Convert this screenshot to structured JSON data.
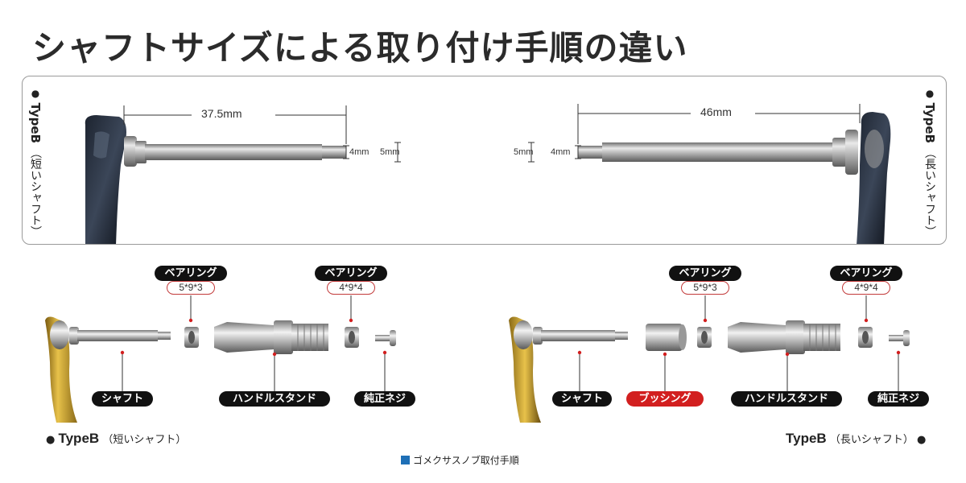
{
  "title": "シャフトサイズによる取り付け手順の違い",
  "top_panel": {
    "left_label": {
      "bullet": "●",
      "type": "TypeB",
      "desc": "（短いシャフト）"
    },
    "right_label": {
      "bullet": "●",
      "type": "TypeB",
      "desc": "（長いシャフト）"
    },
    "left_length": "37.5mm",
    "left_tip": "4mm",
    "left_base": "5mm",
    "right_length": "46mm",
    "right_base": "5mm",
    "right_tip": "4mm"
  },
  "left_assembly": {
    "bearing1": {
      "name": "ベアリング",
      "spec": "5*9*3"
    },
    "bearing2": {
      "name": "ベアリング",
      "spec": "4*9*4"
    },
    "shaft": "シャフト",
    "handle_stand": "ハンドルスタンド",
    "screw": "純正ネジ",
    "footer": {
      "bullet": "●",
      "type": "TypeB",
      "desc": "（短いシャフト）"
    }
  },
  "right_assembly": {
    "bearing1": {
      "name": "ベアリング",
      "spec": "5*9*3"
    },
    "bearing2": {
      "name": "ベアリング",
      "spec": "4*9*4"
    },
    "shaft": "シャフト",
    "bushing": "ブッシング",
    "handle_stand": "ハンドルスタンド",
    "screw": "純正ネジ",
    "footer": {
      "type": "TypeB",
      "desc": "（長いシャフト）",
      "bullet": "●"
    }
  },
  "caption": "ゴメクサスノブ取付手順",
  "colors": {
    "accent_red": "#d21f1f",
    "caption_blue": "#1e6fb6",
    "tag_black": "#111111"
  }
}
